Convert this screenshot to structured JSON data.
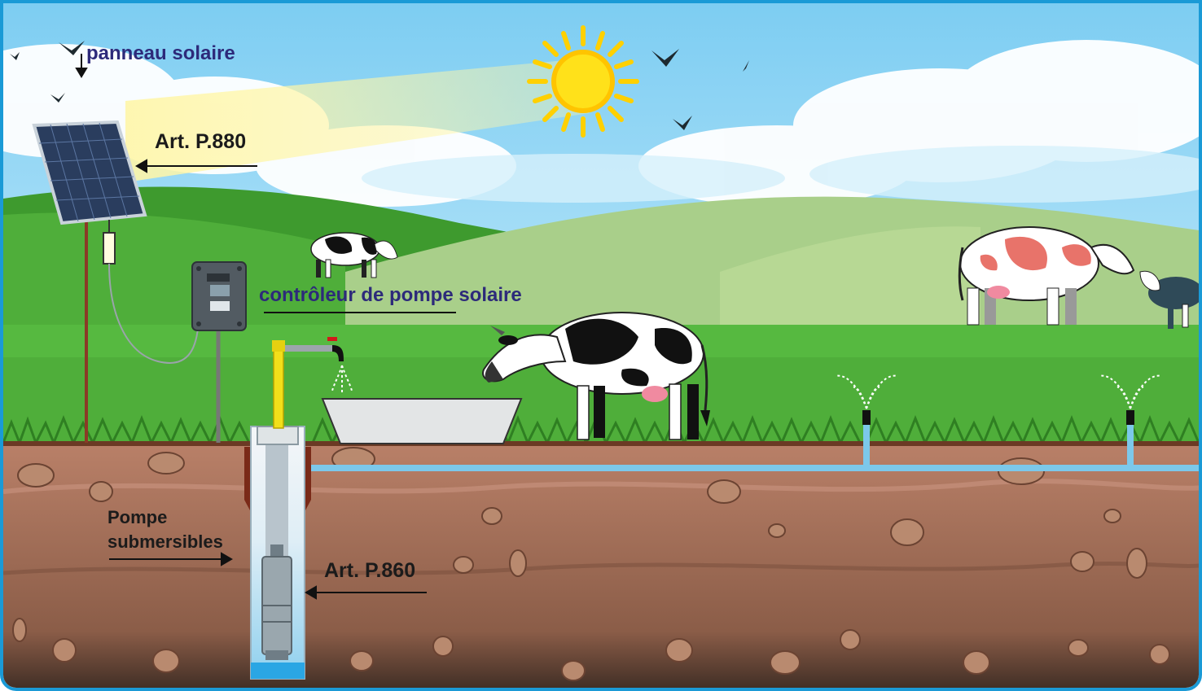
{
  "labels": {
    "solar_panel": "panneau solaire",
    "panel_article": "Art. P.880",
    "controller": "contrôleur de pompe solaire",
    "pump_line1": "Pompe",
    "pump_line2": "submersibles",
    "pump_article": "Art. P.860"
  },
  "colors": {
    "frame": "#1a9ad6",
    "sky": "#8fd3f4",
    "grass": "#4fae3a",
    "soil": "#a6705a",
    "water": "#7cc8ea",
    "label_blue": "#2d2a7a"
  }
}
